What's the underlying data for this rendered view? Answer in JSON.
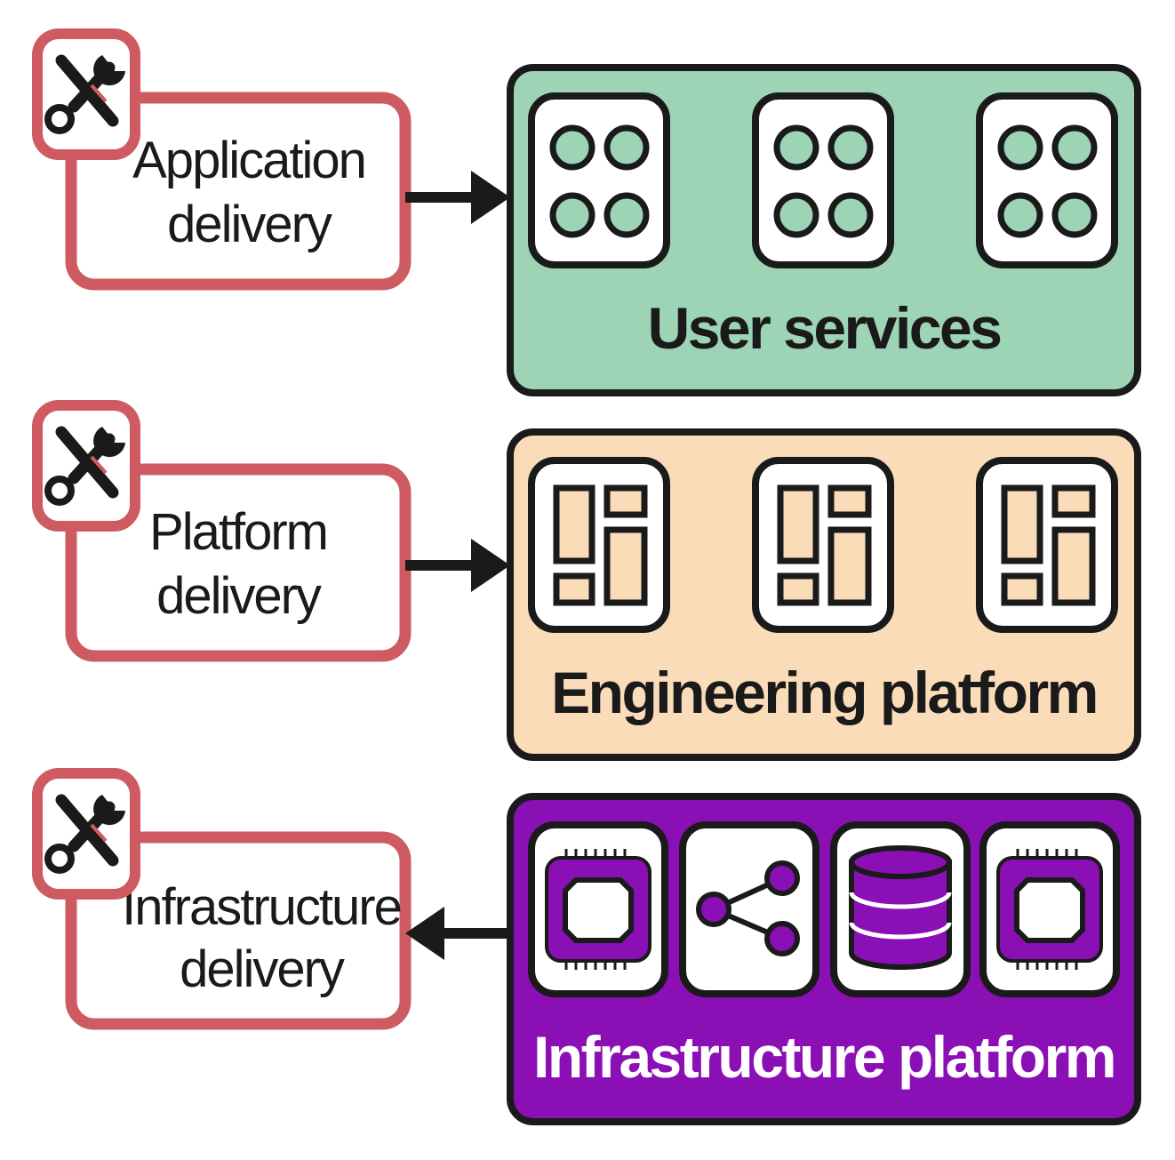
{
  "diagram": {
    "colors": {
      "delivery_border": "#cf5b62",
      "icon_fill": "#1a1a1a",
      "icon_accent": "#cf5b62",
      "user_services_fill": "#9dd4b6",
      "engineering_fill": "#fbdcb9",
      "infrastructure_fill": "#8a0fb4",
      "outline": "#1a1a1a"
    },
    "rows": [
      {
        "delivery_lines": [
          "Application",
          "delivery"
        ],
        "platform_label": "User services",
        "arrow_direction": "to-platform",
        "icon_type": "four-circles",
        "icon_count": 3
      },
      {
        "delivery_lines": [
          "Platform",
          "delivery"
        ],
        "platform_label": "Engineering platform",
        "arrow_direction": "to-platform",
        "icon_type": "layout-panels",
        "icon_count": 3
      },
      {
        "delivery_lines": [
          "Infrastructure",
          "delivery"
        ],
        "platform_label": "Infrastructure platform",
        "arrow_direction": "to-delivery",
        "icons": [
          "chip-icon",
          "share-icon",
          "database-icon",
          "chip-icon"
        ]
      }
    ],
    "caption": ""
  }
}
